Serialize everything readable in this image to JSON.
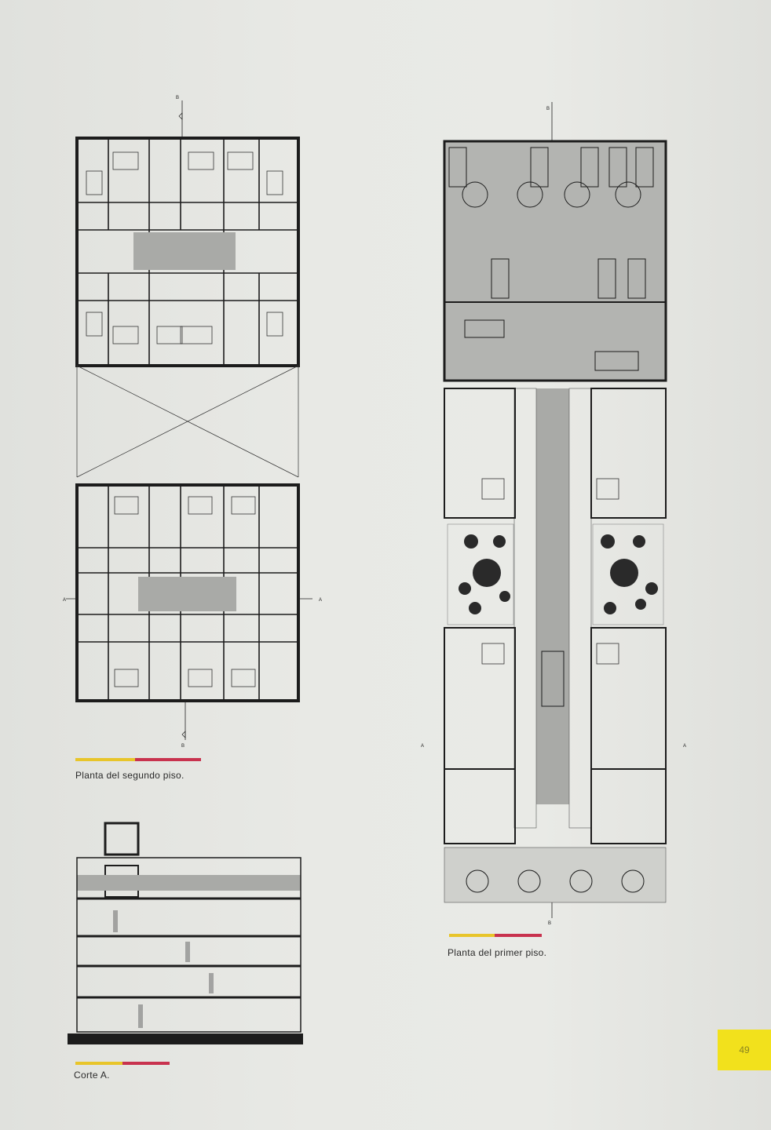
{
  "captions": {
    "second_floor": "Planta del segundo piso.",
    "first_floor": "Planta del primer piso.",
    "section": "Corte A."
  },
  "section_marks": {
    "a": "A",
    "b": "B"
  },
  "page_number": "49",
  "colors": {
    "yellow": "#e8c52a",
    "crimson": "#c8324e",
    "ink": "#1c1c1c",
    "hatch": "#a9aaa7"
  }
}
